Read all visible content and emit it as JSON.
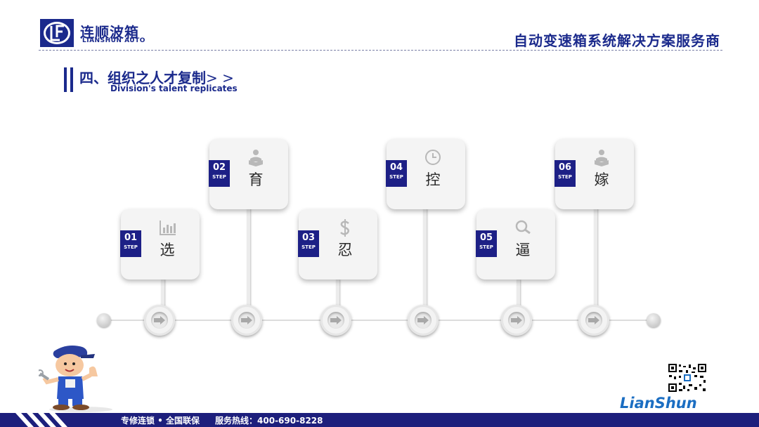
{
  "header": {
    "brand_cn": "连顺波箱",
    "brand_en": "LIANSHUN AUTO",
    "tagline": "自动变速箱系统解决方案服务商"
  },
  "section": {
    "title": "四、组织之人才复制",
    "arrows": "> >",
    "subtitle": "Division's talent replicates"
  },
  "steps": [
    {
      "num": "01",
      "tag": "STEP",
      "label": "选",
      "icon": "bar-chart-icon"
    },
    {
      "num": "02",
      "tag": "STEP",
      "label": "育",
      "icon": "reader-icon"
    },
    {
      "num": "03",
      "tag": "STEP",
      "label": "忍",
      "icon": "dollar-icon"
    },
    {
      "num": "04",
      "tag": "STEP",
      "label": "控",
      "icon": "clock-icon"
    },
    {
      "num": "05",
      "tag": "STEP",
      "label": "逼",
      "icon": "search-icon"
    },
    {
      "num": "06",
      "tag": "STEP",
      "label": "嫁",
      "icon": "reader-icon"
    }
  ],
  "footer": {
    "slogan": "专修连锁 • 全国联保",
    "hotline": "服务热线：400-690-8228",
    "logo_text": "LianShun"
  },
  "colors": {
    "brand_navy": "#1b2a8c",
    "step_badge": "#1d2086",
    "footer_bar": "#1d1f7c",
    "logo_blue": "#1b6ec2"
  }
}
